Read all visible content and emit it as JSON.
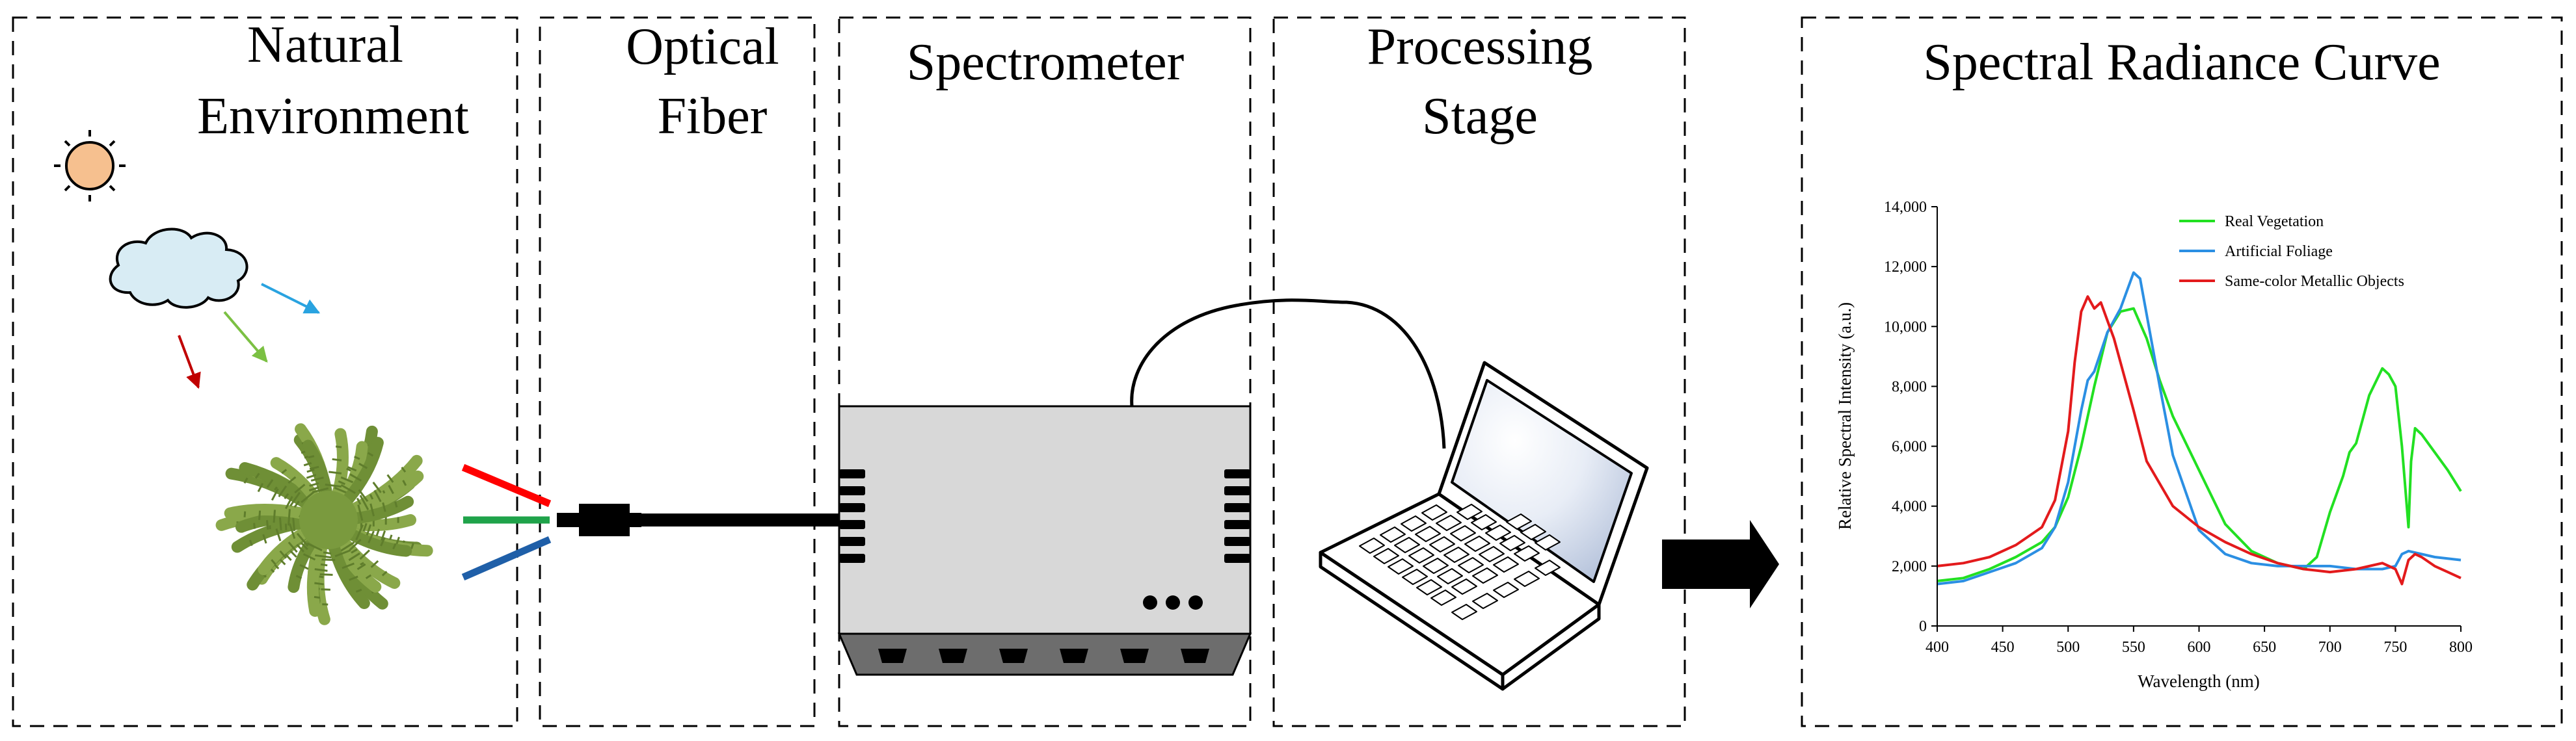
{
  "panels": {
    "natural": {
      "title_line1": "Natural",
      "title_line2": "Environment"
    },
    "fiber": {
      "title_line1": "Optical",
      "title_line2": "Fiber"
    },
    "spectrometer": {
      "title": "Spectrometer"
    },
    "processing": {
      "title_line1": "Processing",
      "title_line2": "Stage"
    },
    "curve": {
      "title": "Spectral Radiance Curve"
    }
  },
  "icons": {
    "sun": "sun-icon",
    "cloud": "cloud-icon",
    "plant": "plant-icon",
    "fiber_connector": "fiber-connector-icon",
    "spectrometer": "spectrometer-icon",
    "laptop": "laptop-icon",
    "flow_arrow": "arrow-right-icon"
  },
  "colors": {
    "ray_red": "#d7191c",
    "ray_green": "#1a9850",
    "ray_blue": "#1f5fa8",
    "sky_blue": "#29a3e0",
    "light_green": "#7bc043",
    "series_vegetation": "#22e022",
    "series_foliage": "#2b8fe3",
    "series_metal": "#e31a1c"
  },
  "chart_data": {
    "type": "line",
    "title": "",
    "xlabel": "Wavelength (nm)",
    "ylabel": "Relative Spectral Intensity (a.u.)",
    "xlim": [
      400,
      800
    ],
    "ylim": [
      0,
      14000
    ],
    "x_ticks": [
      400,
      450,
      500,
      550,
      600,
      650,
      700,
      750,
      800
    ],
    "y_ticks": [
      0,
      2000,
      4000,
      6000,
      8000,
      10000,
      12000,
      14000
    ],
    "x_tick_labels": [
      "400",
      "450",
      "500",
      "550",
      "600",
      "650",
      "700",
      "750",
      "800"
    ],
    "y_tick_labels": [
      "0",
      "2,000",
      "4,000",
      "6,000",
      "8,000",
      "10,000",
      "12,000",
      "14,000"
    ],
    "legend_position": "top-right",
    "series": [
      {
        "name": "Real Vegetation",
        "color": "#22e022",
        "x": [
          400,
          420,
          440,
          460,
          480,
          490,
          500,
          510,
          520,
          530,
          540,
          550,
          560,
          570,
          580,
          600,
          620,
          640,
          660,
          680,
          690,
          700,
          710,
          715,
          720,
          725,
          730,
          740,
          745,
          750,
          755,
          760,
          762,
          765,
          770,
          780,
          790,
          800
        ],
        "y": [
          1500,
          1600,
          1900,
          2300,
          2800,
          3300,
          4300,
          6000,
          8000,
          9800,
          10500,
          10600,
          9600,
          8200,
          7000,
          5200,
          3400,
          2500,
          2100,
          1900,
          2300,
          3800,
          5000,
          5800,
          6100,
          6900,
          7700,
          8600,
          8400,
          8000,
          6000,
          3300,
          5500,
          6600,
          6400,
          5800,
          5200,
          4500
        ]
      },
      {
        "name": "Artificial Foliage",
        "color": "#2b8fe3",
        "x": [
          400,
          420,
          440,
          460,
          480,
          490,
          500,
          510,
          515,
          520,
          530,
          540,
          550,
          555,
          560,
          570,
          580,
          600,
          620,
          640,
          660,
          680,
          700,
          720,
          740,
          750,
          755,
          760,
          780,
          800
        ],
        "y": [
          1400,
          1500,
          1800,
          2100,
          2600,
          3300,
          4800,
          7200,
          8200,
          8500,
          9800,
          10600,
          11800,
          11600,
          10400,
          8000,
          5700,
          3200,
          2400,
          2100,
          2000,
          2000,
          2000,
          1900,
          1900,
          2000,
          2400,
          2500,
          2300,
          2200
        ]
      },
      {
        "name": "Same-color Metallic Objects",
        "color": "#e31a1c",
        "x": [
          400,
          420,
          440,
          460,
          480,
          490,
          500,
          505,
          510,
          515,
          520,
          525,
          530,
          535,
          540,
          550,
          560,
          580,
          600,
          620,
          640,
          660,
          680,
          700,
          720,
          740,
          750,
          755,
          760,
          765,
          770,
          780,
          790,
          800
        ],
        "y": [
          2000,
          2100,
          2300,
          2700,
          3300,
          4200,
          6500,
          8800,
          10500,
          11000,
          10600,
          10800,
          10200,
          9600,
          8800,
          7200,
          5500,
          4000,
          3300,
          2800,
          2400,
          2100,
          1900,
          1800,
          1900,
          2100,
          1900,
          1400,
          2200,
          2400,
          2300,
          2000,
          1800,
          1600
        ]
      }
    ]
  }
}
